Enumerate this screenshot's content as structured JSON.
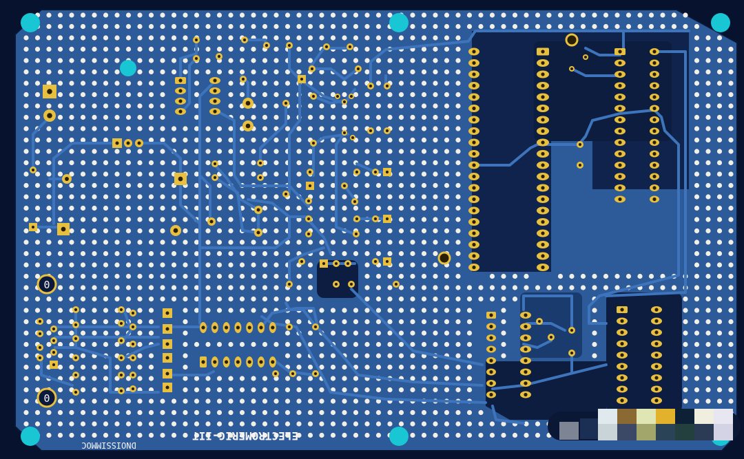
{
  "colors": {
    "background": "#06122e",
    "board": "#2d5a98",
    "copper_dark": "#0b1a3c",
    "trace": "#3d74bb",
    "pad": "#e8c040",
    "pad_hole": "#2a1f05",
    "grid_hole": "#f2f0e6",
    "mounting_hole": "#19c6d4",
    "silkscreen": "#f5f5f5"
  },
  "silkscreen": {
    "bottom_label": "ELECTROMERIC-IIT",
    "left_label": "DNOISSIMMOC"
  },
  "markers": {
    "fiducial_top": "0",
    "fiducial_bottom": "0"
  },
  "regions": {
    "board": "pcb-board",
    "overlay": "thumbnail-strip"
  }
}
